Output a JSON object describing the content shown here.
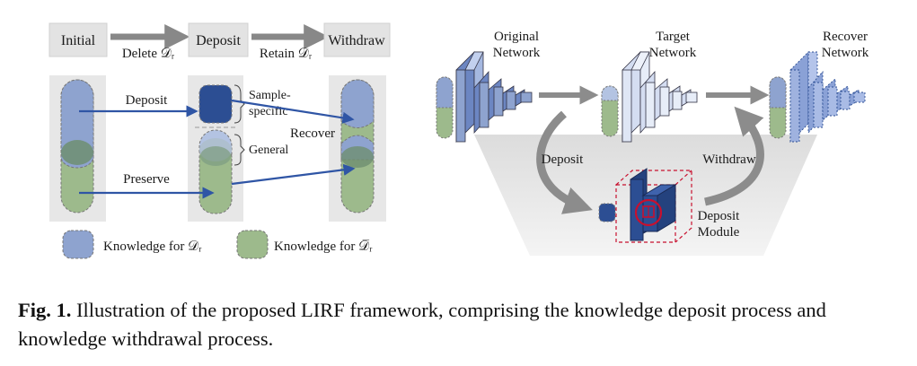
{
  "left_panel": {
    "stages": [
      "Initial",
      "Deposit",
      "Withdraw"
    ],
    "transition_1": "Delete 𝒟ᵣ",
    "transition_2": "Retain 𝒟ᵣ",
    "deposit_label": "Deposit",
    "preserve_label": "Preserve",
    "recover_label": "Recover",
    "sample_specific_label_1": "Sample-",
    "sample_specific_label_2": "specific",
    "general_label": "General",
    "legend_1": "Knowledge for 𝒟ᵣ",
    "legend_2": "Knowledge for 𝒟̅ᵣ"
  },
  "right_panel": {
    "original_network_1": "Original",
    "original_network_2": "Network",
    "target_network_1": "Target",
    "target_network_2": "Network",
    "recover_network_1": "Recover",
    "recover_network_2": "Network",
    "deposit_arrow": "Deposit",
    "withdraw_arrow": "Withdraw",
    "deposit_module_1": "Deposit",
    "deposit_module_2": "Module"
  },
  "caption": {
    "label": "Fig. 1.",
    "text": " Illustration of the proposed LIRF framework, comprising the knowledge deposit process and knowledge withdrawal process."
  },
  "colors": {
    "blue_knowledge": "#8ea3cf",
    "green_knowledge": "#9dba8c",
    "dark_blue": "#2c4e93",
    "arrow_blue": "#2f55a5",
    "gray_panel": "#e7e7e7"
  }
}
